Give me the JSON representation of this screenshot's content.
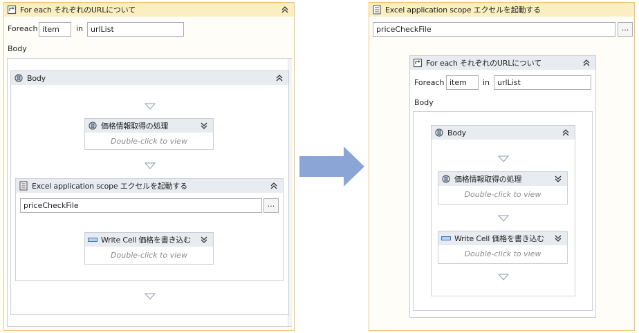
{
  "left": {
    "foreach": {
      "title": "For each それぞれのURLについて",
      "foreach_label": "Foreach",
      "item_value": "item",
      "in_label": "in",
      "list_value": "urlList",
      "body_label": "Body"
    },
    "body_sequence": {
      "title": "Body"
    },
    "get_price": {
      "title": "価格情報取得の処理",
      "placeholder": "Double-click to view"
    },
    "excel_scope": {
      "title": "Excel application scope エクセルを起動する",
      "file_value": "priceCheckFile",
      "ellipsis": "..."
    },
    "write_cell": {
      "title": "Write Cell 価格を書き込む",
      "placeholder": "Double-click to view"
    }
  },
  "right": {
    "excel_scope": {
      "title": "Excel application scope エクセルを起動する",
      "file_value": "priceCheckFile",
      "ellipsis": "..."
    },
    "foreach": {
      "title": "For each それぞれのURLについて",
      "foreach_label": "Foreach",
      "item_value": "item",
      "in_label": "in",
      "list_value": "urlList",
      "body_label": "Body"
    },
    "body_sequence": {
      "title": "Body"
    },
    "get_price": {
      "title": "価格情報取得の処理",
      "placeholder": "Double-click to view"
    },
    "write_cell": {
      "title": "Write Cell 価格を書き込む",
      "placeholder": "Double-click to view"
    }
  },
  "colors": {
    "selected_border": "#f0c36d",
    "selected_header": "#fbeec0",
    "header": "#e8ebef",
    "arrow": "#8aa5d6"
  },
  "icons": {
    "foreach": "foreach-icon",
    "sequence": "sequence-icon",
    "invoke": "invoke-workflow-icon",
    "excel": "excel-scope-icon",
    "write_cell": "write-cell-icon",
    "collapse": "chevron-up-double-icon",
    "expand": "chevron-down-double-icon",
    "drop": "drop-target-triangle-icon"
  }
}
